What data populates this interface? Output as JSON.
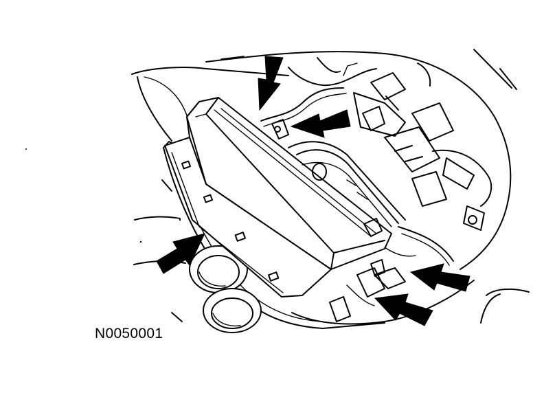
{
  "figure": {
    "reference_number": "N0050001",
    "subject": "glove-box-and-instrument-panel-component-illustration"
  },
  "callout_arrows": [
    {
      "name": "arrow-top-vertical",
      "points_to": "connector-upper-left"
    },
    {
      "name": "arrow-top-horizontal",
      "points_to": "fastener-clip-upper"
    },
    {
      "name": "arrow-left",
      "points_to": "glove-box-side"
    },
    {
      "name": "arrow-lower-right-upper",
      "points_to": "connector-lower-right"
    },
    {
      "name": "arrow-lower-right-lower",
      "points_to": "fastener-clip-lower"
    }
  ],
  "colors": {
    "line": "#000000",
    "background": "#ffffff"
  }
}
